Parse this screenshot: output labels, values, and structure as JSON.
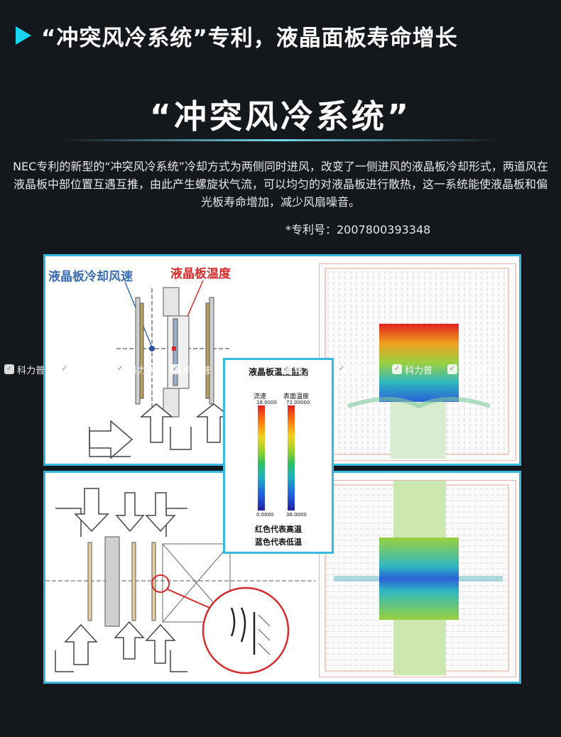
{
  "header": {
    "title": "“冲突风冷系统”专利，液晶面板寿命增长"
  },
  "main_title": "“冲突风冷系统”",
  "description": "NEC专利的新型的“冲突风冷系统”冷却方式为两侧同时进风，改变了一侧进风的液晶板冷却形式，两道风在液晶板中部位置互遇互推，由此产生螺旋状气流，可以均匀的对液晶板进行散热，这一系统能使液晶板和偏光板寿命增加，减少风扇噪音。",
  "patent_no": "*专利号：2007800393348",
  "diagram": {
    "label_speed": "液晶板冷却风速",
    "label_temp": "液晶板温度"
  },
  "legend": {
    "title": "液晶板温度监测",
    "col_speed": "流速",
    "col_temp": "表面温度",
    "speed_max": "18.0000",
    "speed_min": "0.0000",
    "temp_max": "72.00000",
    "temp_min": "36.0000",
    "note_red": "红色代表高温",
    "note_blue": "蓝色代表低温"
  },
  "watermark": {
    "text": "科力普",
    "icon": "leaf-icon"
  },
  "colors": {
    "accent": "#19d4f0",
    "panel_border": "#35b9dd",
    "background": "#14171c"
  }
}
